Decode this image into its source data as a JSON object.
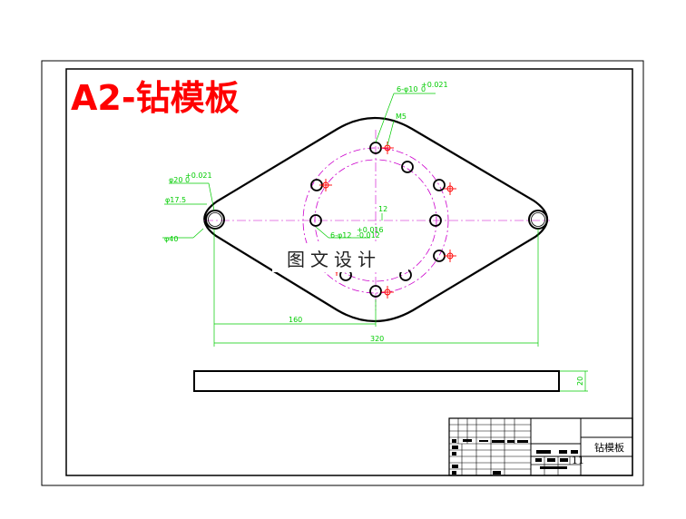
{
  "title": "A2-钻模板",
  "watermark": "图文设计",
  "dimensions": {
    "holes_6_small": "6-φ10",
    "holes_6_small_tol": "+0.021",
    "holes_6_small_tol2": "0",
    "thread": "M5",
    "pin_hole": "φ20",
    "pin_hole_tol": "+0.021",
    "pin_hole_tol2": "0",
    "dia_17_5": "φ17.5",
    "dia_40": "φ40",
    "offset_12": "12",
    "holes_6_large": "6-φ12",
    "holes_6_large_tol": "+0.016",
    "holes_6_large_tol2": "-0.012",
    "span_160": "160",
    "span_320": "320",
    "thickness": "20"
  },
  "title_block": {
    "part_name": "钻模板",
    "sheet_no": "11"
  },
  "colors": {
    "outline": "#000000",
    "dimension": "#00cc00",
    "centerline": "#cc00cc",
    "center_mark": "#ff0000",
    "title": "#ff0000"
  }
}
